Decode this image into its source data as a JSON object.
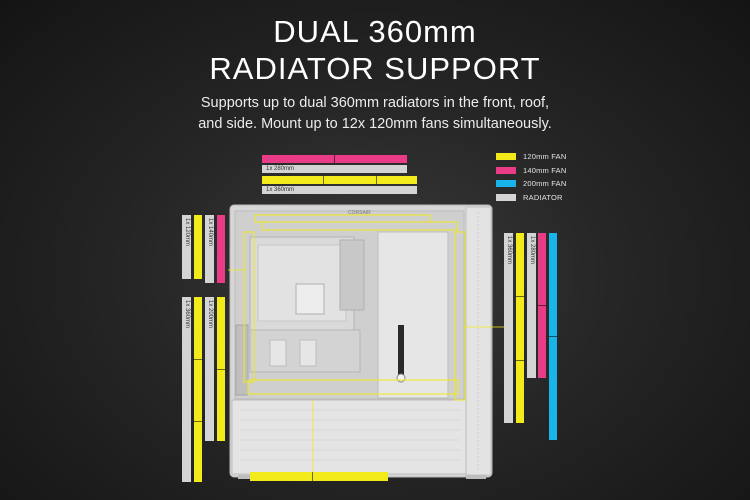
{
  "heading": {
    "line1": "DUAL 360mm",
    "line2": "RADIATOR SUPPORT"
  },
  "subheading": {
    "line1": "Supports up to dual 360mm radiators in the front, roof,",
    "line2": "and side. Mount up to 12x 120mm fans simultaneously."
  },
  "legend": [
    {
      "label": "120mm FAN",
      "color": "#f2ea1a"
    },
    {
      "label": "140mm FAN",
      "color": "#ea3c86"
    },
    {
      "label": "200mm FAN",
      "color": "#19b4ea"
    },
    {
      "label": "RADIATOR",
      "color": "#d4d4d4"
    }
  ],
  "labels": {
    "top_rad_280": "1x 280mm",
    "top_rad_360": "1x 360mm",
    "left_rad_120": "1x 120mm",
    "left_fan_140": "1x 140mm",
    "left_rad_360": "1x 360mm",
    "left_fan_200": "1x 200mm",
    "right_rad_360": "1x 360mm",
    "right_fan_280": "1x 280mm"
  },
  "case_logo": "CORSAIR"
}
